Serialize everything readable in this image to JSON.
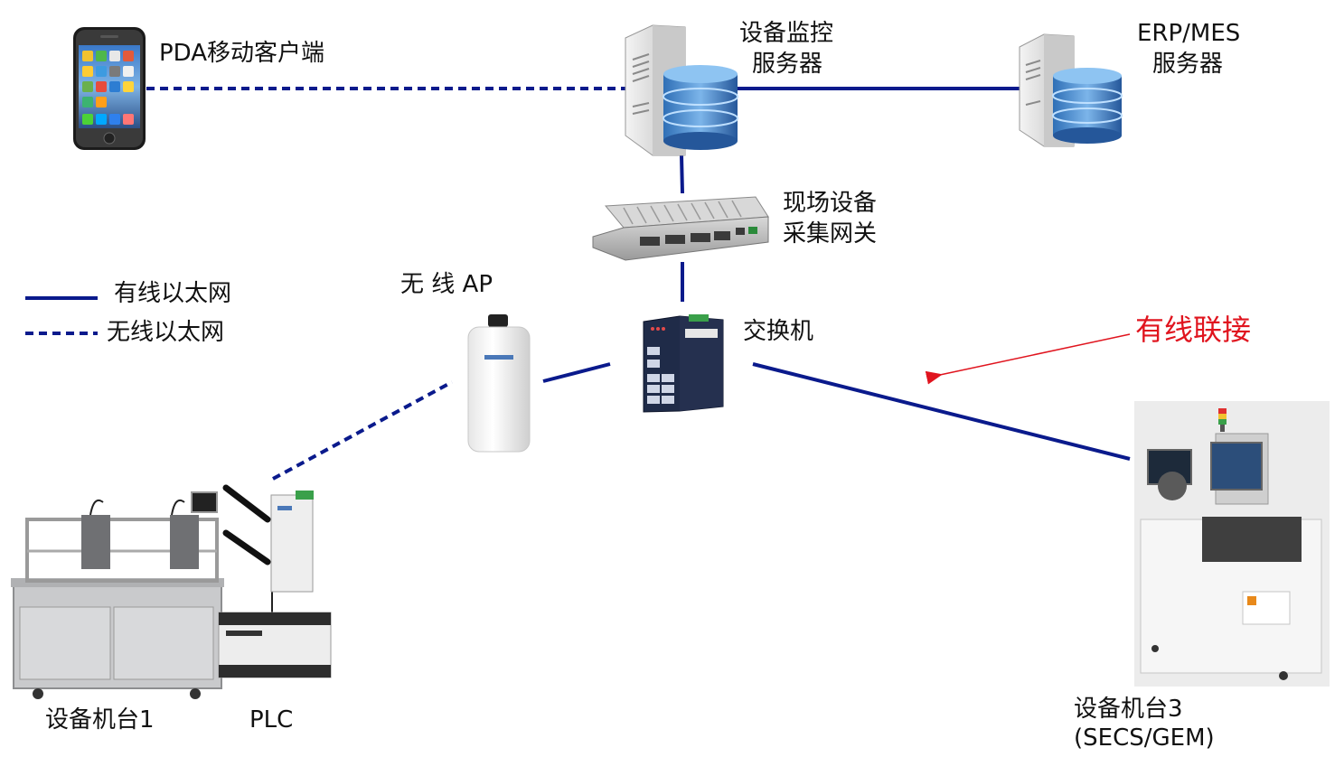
{
  "nodes": {
    "pda": {
      "label": "PDA移动客户端",
      "icon": "smartphone-icon"
    },
    "monitor_server": {
      "label_line1": "设备监控",
      "label_line2": "服务器",
      "icon": "server-database-icon"
    },
    "erp_server": {
      "label_line1": "ERP/MES",
      "label_line2": "服务器",
      "icon": "server-database-icon"
    },
    "gateway": {
      "label_line1": "现场设备",
      "label_line2": "采集网关",
      "icon": "industrial-gateway-icon"
    },
    "ap": {
      "label": "无 线 AP",
      "icon": "wireless-access-point-icon"
    },
    "switch": {
      "label": "交换机",
      "icon": "network-switch-icon"
    },
    "machine1": {
      "label": "设备机台1",
      "icon": "dispensing-machine-icon"
    },
    "plc": {
      "label": "PLC",
      "icon": "plc-module-icon"
    },
    "machine3": {
      "label_line1": "设备机台3",
      "label_line2": "(SECS/GEM)",
      "icon": "semiconductor-machine-icon"
    }
  },
  "legend": {
    "wired": "有线以太网",
    "wireless": "无线以太网"
  },
  "annotation": {
    "text": "有线联接",
    "color": "#e0141e"
  },
  "colors": {
    "link": "#0a1a8c",
    "annotation_arrow": "#e0141e"
  }
}
